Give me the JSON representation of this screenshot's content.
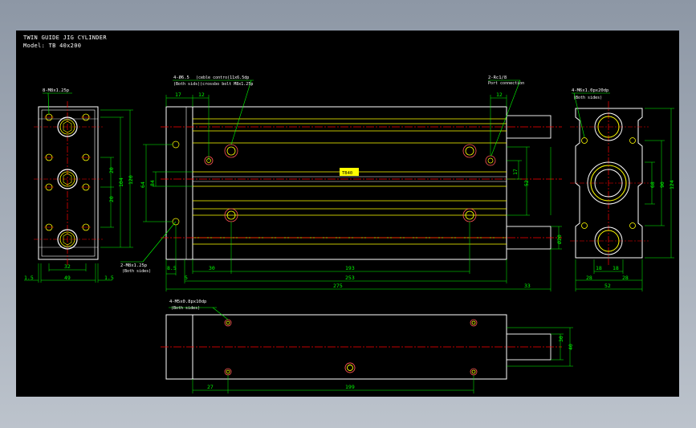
{
  "title_block": {
    "line1": "TWIN GUIDE JIG CYLINDER",
    "line2": "Model: TB 40x200"
  },
  "colors": {
    "background": "#000000",
    "outline": "#ffffff",
    "body_lines": "#ffff00",
    "dimensions": "#00ff00",
    "centerlines": "#ff0000"
  },
  "end_view_left": {
    "callout": "8-M8x1.25p",
    "dims": {
      "d32": "32",
      "d49": "49",
      "d1_5a": "1.5",
      "d1_5b": "1.5",
      "d20a": "20",
      "d20b": "20",
      "d104": "104",
      "d120": "120"
    }
  },
  "front_view": {
    "callout_top": "4-Ø6.5",
    "callout_top_note1": "(ceble contro(11x6.5dp",
    "callout_top_note2": "(Both sids)(crossbo bolt M8x1.25p",
    "callout_port": "2-Rc1/8",
    "callout_port_note": "Port connection",
    "callout_bottom": "2-M8x1.25p",
    "callout_bottom_note": "(Both sides)",
    "label_plate": "TB40",
    "dims": {
      "d17": "17",
      "d12a": "12",
      "d12b": "12",
      "d64": "64",
      "d84": "84",
      "d17b": "17",
      "d52": "52",
      "d20": "Ø20",
      "d8_5": "8.5",
      "d5": "5",
      "d30": "30",
      "d193": "193",
      "d253": "253",
      "d275": "275",
      "d33": "33"
    }
  },
  "end_view_right": {
    "callout": "4-M6x1.0px20dp",
    "callout_note": "(Both sides)",
    "dims": {
      "d18a": "18",
      "d18b": "18",
      "d28a": "28",
      "d28b": "28",
      "d52": "52",
      "d68": "68",
      "d90": "90",
      "d124": "124"
    }
  },
  "bottom_view": {
    "callout": "4-M5x0.8px10dp",
    "callout_note": "(Both sides)",
    "dims": {
      "d27": "27",
      "d199": "199",
      "d30": "30",
      "d40": "40"
    }
  }
}
